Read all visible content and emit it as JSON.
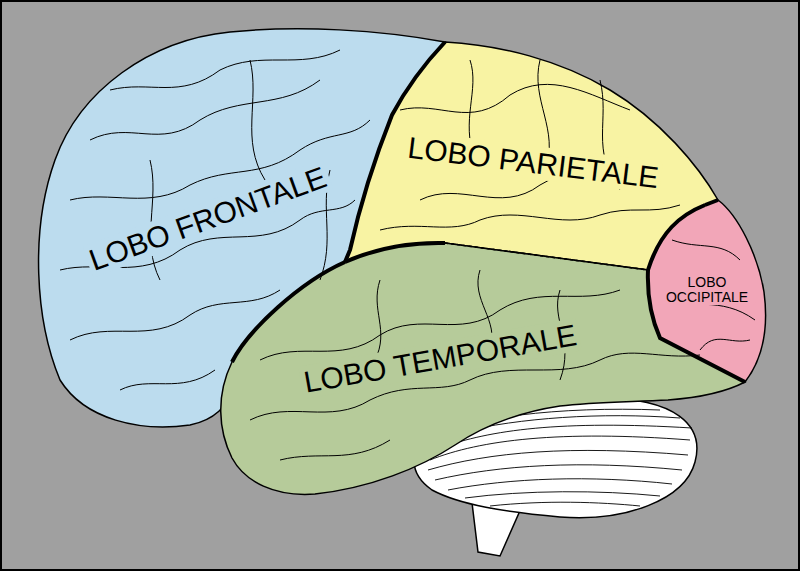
{
  "diagram": {
    "labels": [
      "LOBO FRONTALE",
      "LOBO PARIETALE",
      "LOBO TEMPORALE",
      "LOBO OCCIPITALE"
    ]
  }
}
